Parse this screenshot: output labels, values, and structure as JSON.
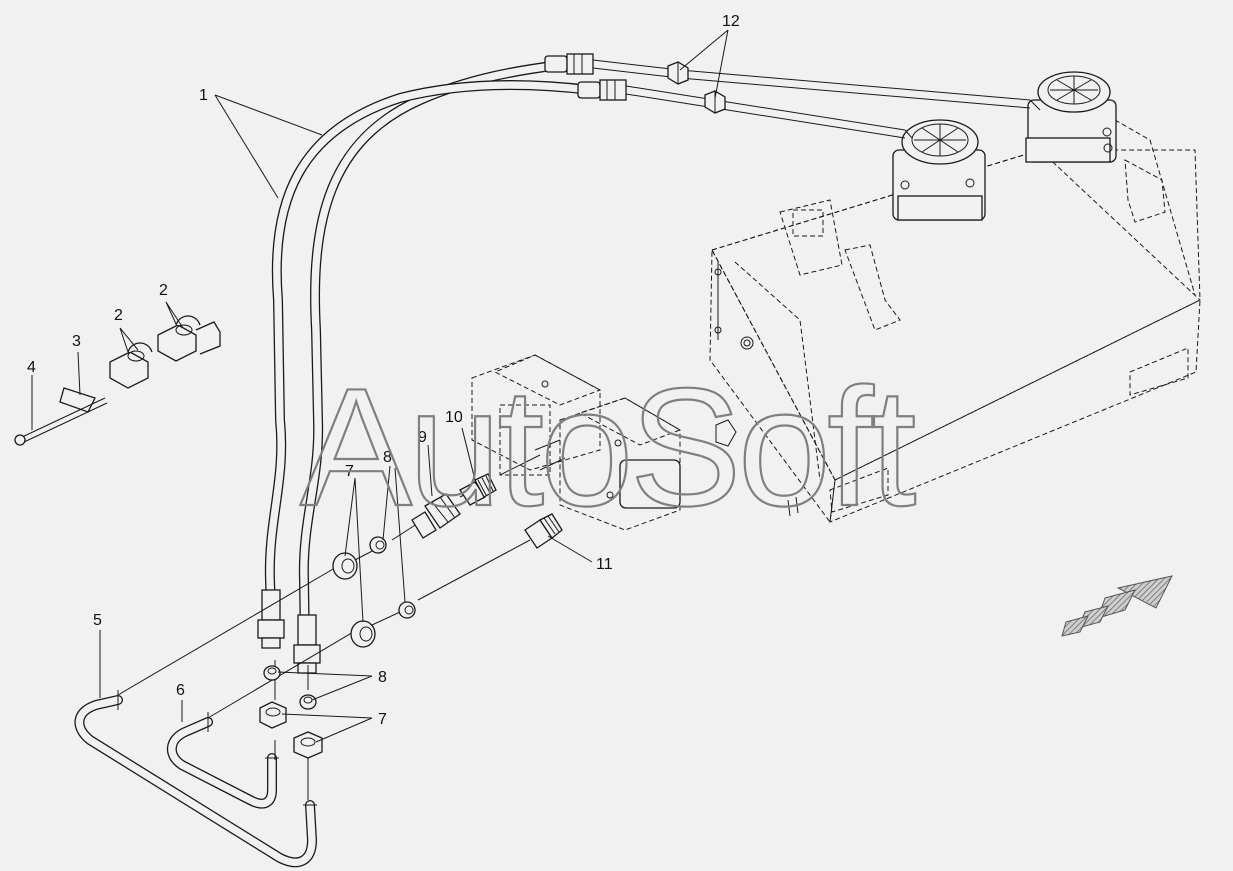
{
  "watermark": "AutoSoft",
  "callouts": [
    {
      "id": "1",
      "label": "1"
    },
    {
      "id": "2a",
      "label": "2"
    },
    {
      "id": "2b",
      "label": "2"
    },
    {
      "id": "3",
      "label": "3"
    },
    {
      "id": "4",
      "label": "4"
    },
    {
      "id": "5",
      "label": "5"
    },
    {
      "id": "6",
      "label": "6"
    },
    {
      "id": "7a",
      "label": "7"
    },
    {
      "id": "7b",
      "label": "7"
    },
    {
      "id": "8a",
      "label": "8"
    },
    {
      "id": "8b",
      "label": "8"
    },
    {
      "id": "9",
      "label": "9"
    },
    {
      "id": "10",
      "label": "10"
    },
    {
      "id": "11",
      "label": "11"
    },
    {
      "id": "12",
      "label": "12"
    }
  ],
  "colors": {
    "background": "#f1f1f1",
    "line": "#1a1a1a",
    "watermark": "#7f7f7f"
  },
  "icons": {
    "direction_arrow": "forward-direction-arrow-icon"
  }
}
